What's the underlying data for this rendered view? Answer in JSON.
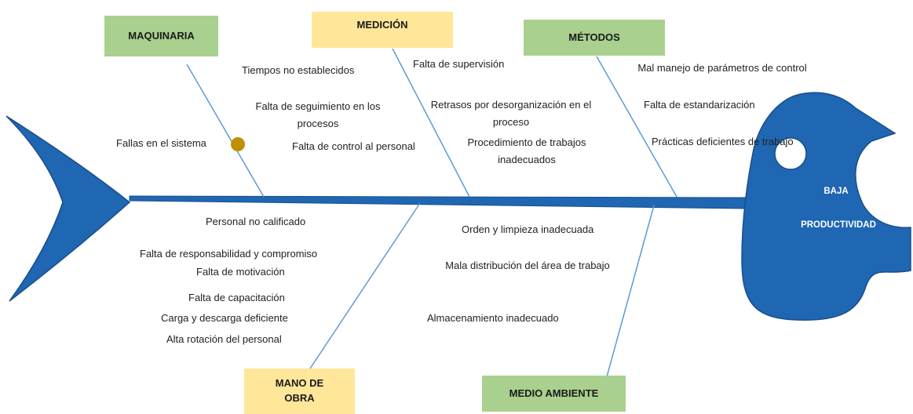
{
  "categories": {
    "maquinaria": "MAQUINARIA",
    "medicion": "MEDICIÓN",
    "metodos": "MÉTODOS",
    "mano_de_obra": "MANO DE OBRA",
    "medio_ambiente": "MEDIO AMBIENTE"
  },
  "effect": {
    "line1": "BAJA",
    "line2": "PRODUCTIVIDAD"
  },
  "causes": {
    "maquinaria": [
      "Fallas en el sistema"
    ],
    "medicion": [
      "Tiempos no establecidos",
      "Falta de seguimiento en los procesos",
      "Falta de control al personal"
    ],
    "metodos_supervision": [
      "Falta de supervisión",
      "Retrasos por desorganización en el proceso",
      "Procedimiento de trabajos inadecuados"
    ],
    "metodos": [
      "Mal manejo de parámetros de control",
      "Falta de estandarización",
      "Prácticas deficientes de trabajo"
    ],
    "mano_de_obra": [
      "Personal no calificado",
      "Falta de responsabilidad y compromiso",
      "Falta de motivación",
      "Falta de capacitación",
      "Carga y descarga deficiente",
      "Alta rotación del personal"
    ],
    "medio_ambiente": [
      "Orden y limpieza inadecuada",
      "Mala distribución del área de trabajo",
      "Almacenamiento inadecuado"
    ]
  },
  "colors": {
    "fish_blue": "#1f66b3",
    "fish_outline": "#1a4f8a",
    "bone_line": "#5b9bd5",
    "box_green": "#a9d08e",
    "box_yellow": "#ffe699",
    "marker_gold": "#bf9000"
  }
}
